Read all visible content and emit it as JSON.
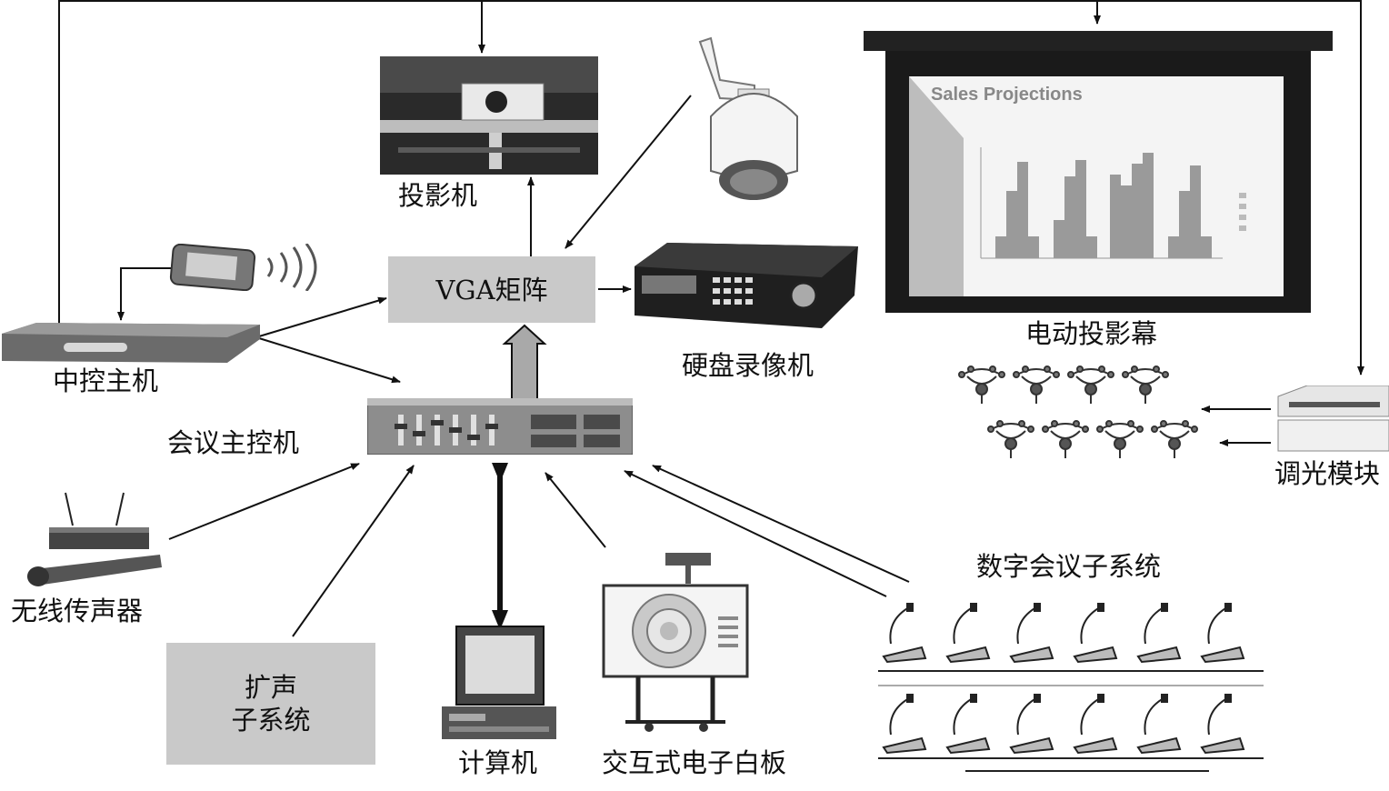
{
  "nodes": {
    "projector": "投影机",
    "vga_matrix": "VGA矩阵",
    "dvr": "硬盘录像机",
    "central_controller": "中控主机",
    "conference_host": "会议主控机",
    "wireless_mic": "无线传声器",
    "pa_subsystem": "扩声\n子系统",
    "computer": "计算机",
    "whiteboard": "交互式电子白板",
    "screen": "电动投影幕",
    "dimmer": "调光模块",
    "digital_conference": "数字会议子系统"
  },
  "screen_slide": {
    "title": "Sales Projections"
  }
}
